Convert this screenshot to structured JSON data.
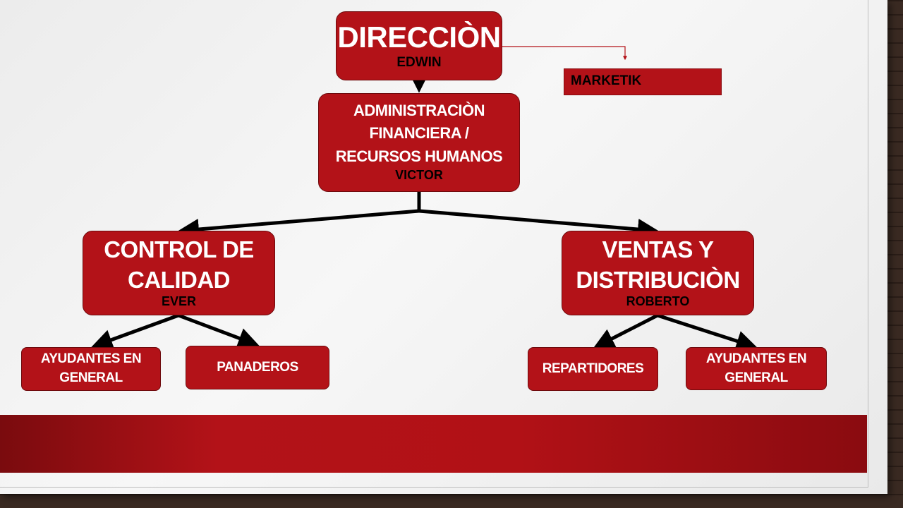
{
  "diagram": {
    "direccion": {
      "title": "DIRECCIÒN",
      "name": "EDWIN"
    },
    "administracion": {
      "title_lines": [
        "ADMINISTRACIÒN",
        "FINANCIERA /",
        "RECURSOS HUMANOS"
      ],
      "name": "VICTOR"
    },
    "marketing": {
      "label": "MARKETIK"
    },
    "control_calidad": {
      "title_lines": [
        "CONTROL DE",
        "CALIDAD"
      ],
      "name": "EVER"
    },
    "ventas": {
      "title_lines": [
        "VENTAS Y",
        "DISTRIBUCIÒN"
      ],
      "name": "ROBERTO"
    },
    "ayudantes_left": {
      "title_lines": [
        "AYUDANTES EN",
        "GENERAL"
      ]
    },
    "panaderos": {
      "title": "PANADEROS"
    },
    "repartidores": {
      "title": "REPARTIDORES"
    },
    "ayudantes_right": {
      "title_lines": [
        "AYUDANTES EN",
        "GENERAL"
      ]
    }
  },
  "colors": {
    "box_fill": "#b31218",
    "box_border": "#6e0a0d",
    "band": "#b11116",
    "connector": "#000000",
    "marketing_line": "#b31218"
  }
}
